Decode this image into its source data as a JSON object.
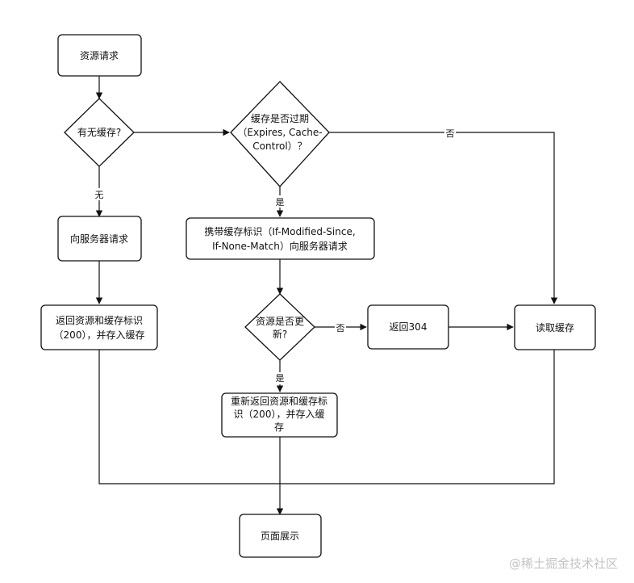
{
  "nodes": {
    "resource_request": "资源请求",
    "has_cache": "有无缓存?",
    "cache_expired": [
      "缓存是否过期",
      "（Expires, Cache-",
      "Control）？"
    ],
    "request_server": "向服务器请求",
    "return_and_cache": [
      "返回资源和缓存标识",
      "（200），并存入缓存"
    ],
    "request_with_tags": [
      "携带缓存标识（If-Modified-Since,",
      "If-None-Match）向服务器请求"
    ],
    "resource_updated": [
      "资源是否更",
      "新?"
    ],
    "return_304": "返回304",
    "read_cache": "读取缓存",
    "re_return": [
      "重新返回资源和缓存标",
      "识（200），并存入缓",
      "存"
    ],
    "page_display": "页面展示"
  },
  "edge_labels": {
    "no_cache": "无",
    "not_expired": "否",
    "expired": "是",
    "not_updated": "否",
    "updated": "是"
  },
  "watermark": "@稀土掘金技术社区"
}
